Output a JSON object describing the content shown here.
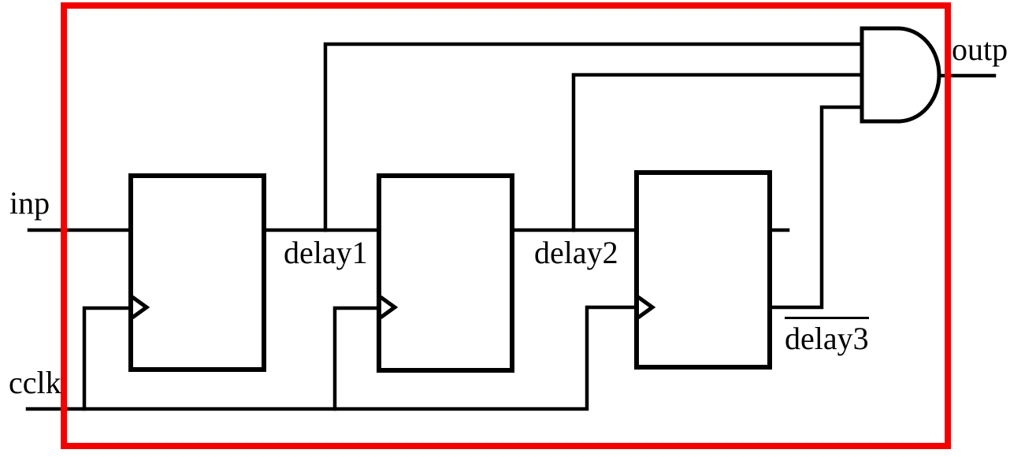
{
  "diagram": {
    "kind": "digital-logic-schematic",
    "description": "Three D flip-flops in series driving a 3-input AND gate",
    "labels": {
      "inp": "inp",
      "cclk": "cclk",
      "delay1": "delay1",
      "delay2": "delay2",
      "delay3": "delay3",
      "delay3_overlined": true,
      "outp": "outp"
    },
    "colors": {
      "wire": "#000000",
      "border": "#f40000",
      "background": "#ffffff"
    }
  }
}
